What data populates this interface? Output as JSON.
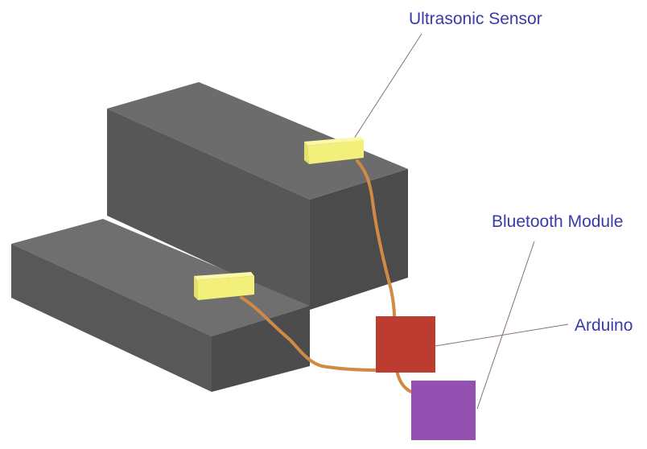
{
  "labels": {
    "ultrasonic_sensor": "Ultrasonic Sensor",
    "bluetooth_module": "Bluetooth Module",
    "arduino": "Arduino"
  },
  "colors": {
    "step_top": "#6e6e6e",
    "step_front": "#555555",
    "step_side": "#4a4a4a",
    "sensor": "#f2f07a",
    "wire": "#d08a45",
    "arduino": "#bc3c30",
    "bluetooth": "#9350b0",
    "leader_line": "#8a7070",
    "label_text": "#3a3aa8"
  }
}
